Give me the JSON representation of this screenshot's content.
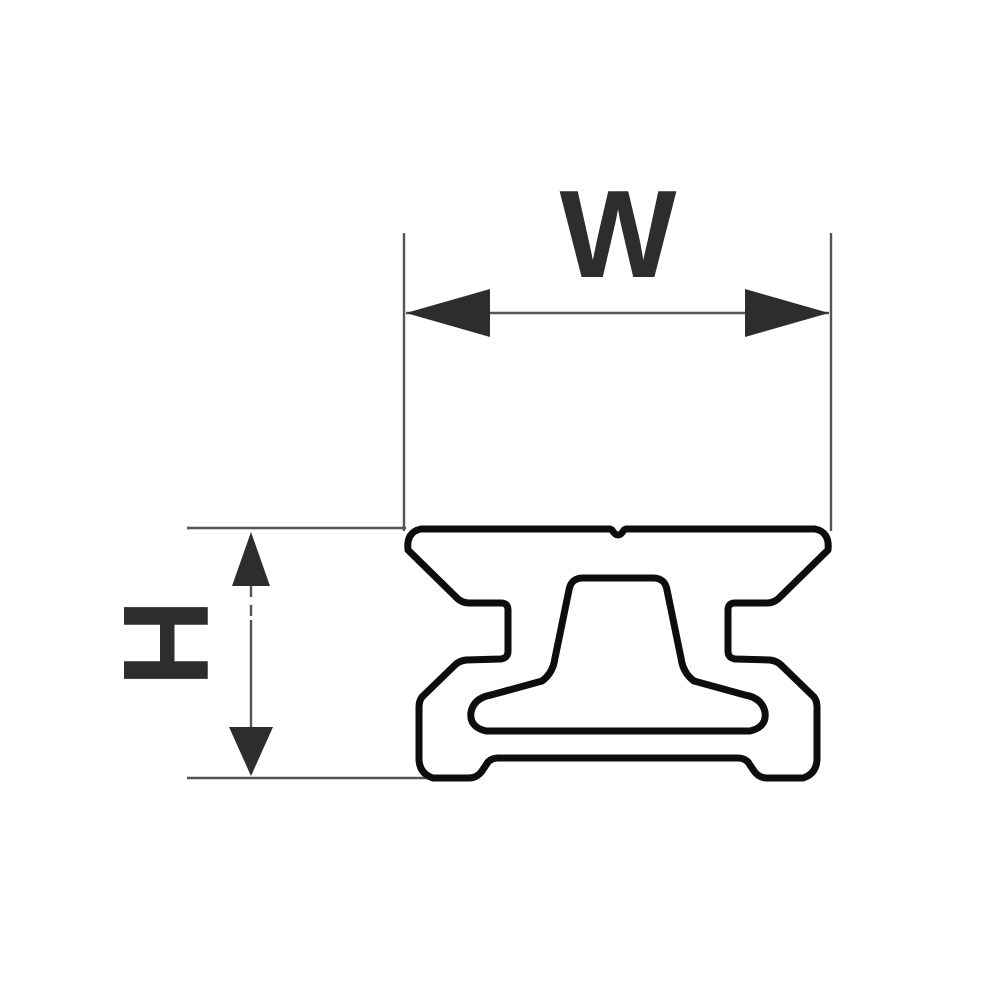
{
  "diagram": {
    "type": "technical-dimension-drawing",
    "subject": "track-profile-cross-section",
    "labels": {
      "width": "W",
      "height": "H"
    },
    "colors": {
      "background": "#ffffff",
      "profile_outline": "#0d0d0d",
      "dimension_lines": "#555555",
      "annotations": "#2d2d2d"
    }
  }
}
